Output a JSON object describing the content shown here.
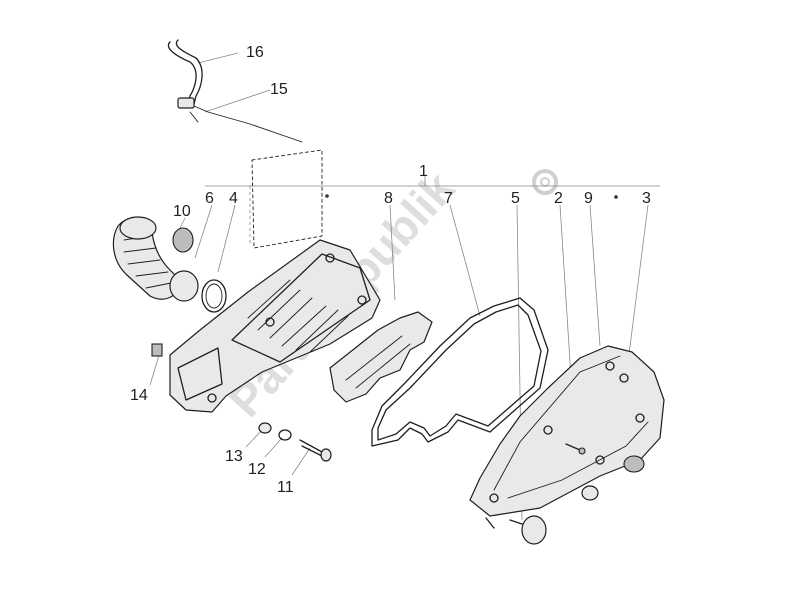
{
  "labels": {
    "l1": "1",
    "l2": "2",
    "l3": "3",
    "l4": "4",
    "l5": "5",
    "l6": "6",
    "l7": "7",
    "l8": "8",
    "l9": "9",
    "l10": "10",
    "l11": "11",
    "l12": "12",
    "l13": "13",
    "l14": "14",
    "l15": "15",
    "l16": "16"
  },
  "watermark": {
    "text": "PartsRepublik"
  },
  "colors": {
    "ink": "#1f1f1f",
    "watermark": "#d3d3d3",
    "background": "#ffffff"
  }
}
